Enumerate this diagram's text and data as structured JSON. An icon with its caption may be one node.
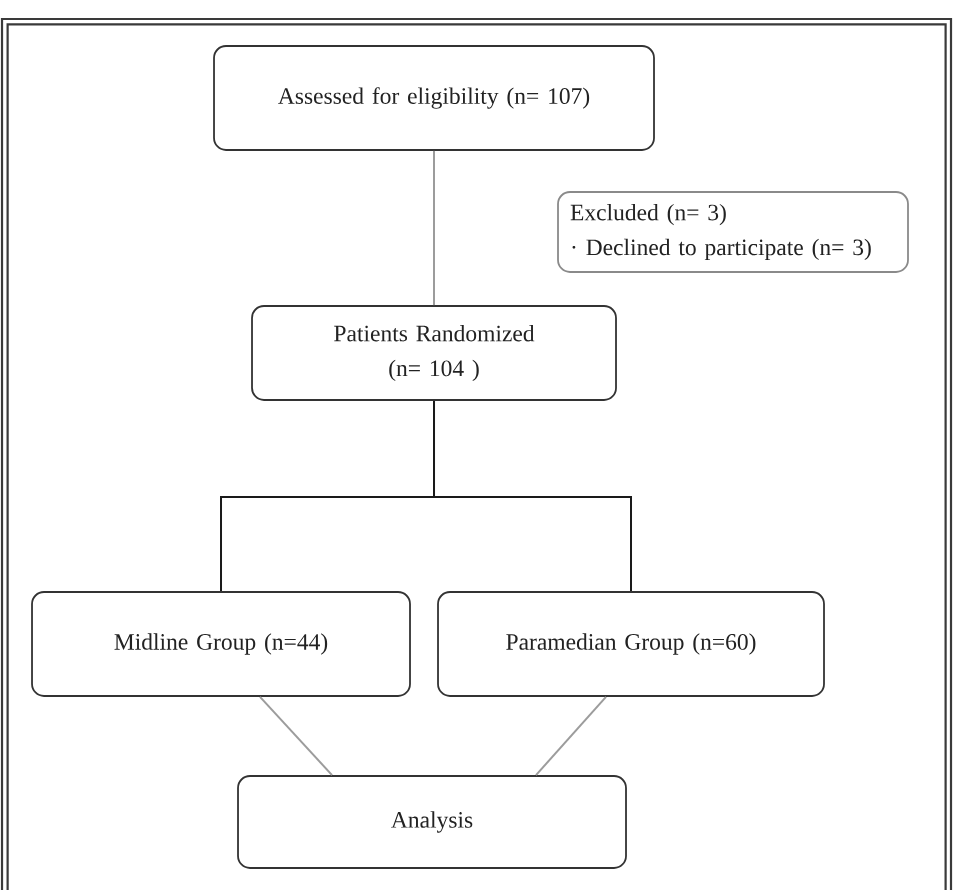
{
  "diagram": {
    "nodes": [
      {
        "text": [
          "Assessed for eligibility (n= 107)"
        ]
      },
      {
        "text": [
          "Excluded (n= 3)",
          "· Declined to participate (n= 3)"
        ]
      },
      {
        "text": [
          "Patients Randomized (n= 104 )"
        ]
      },
      {
        "text": [
          "Midline Group (n=44)"
        ]
      },
      {
        "text": [
          "Paramedian Group (n=60)"
        ]
      },
      {
        "text": [
          "Analysis"
        ]
      }
    ],
    "edges": [
      {
        "from": 0,
        "to": 2,
        "arrow": "none"
      },
      {
        "from": 2,
        "to": 3,
        "arrow": "none",
        "color": "#1a1a1a"
      },
      {
        "from": 2,
        "to": 4,
        "arrow": "none",
        "color": "#1a1a1a"
      },
      {
        "from": 3,
        "to": 5,
        "arrow": "none"
      },
      {
        "from": 4,
        "to": 5,
        "arrow": "none"
      }
    ]
  }
}
